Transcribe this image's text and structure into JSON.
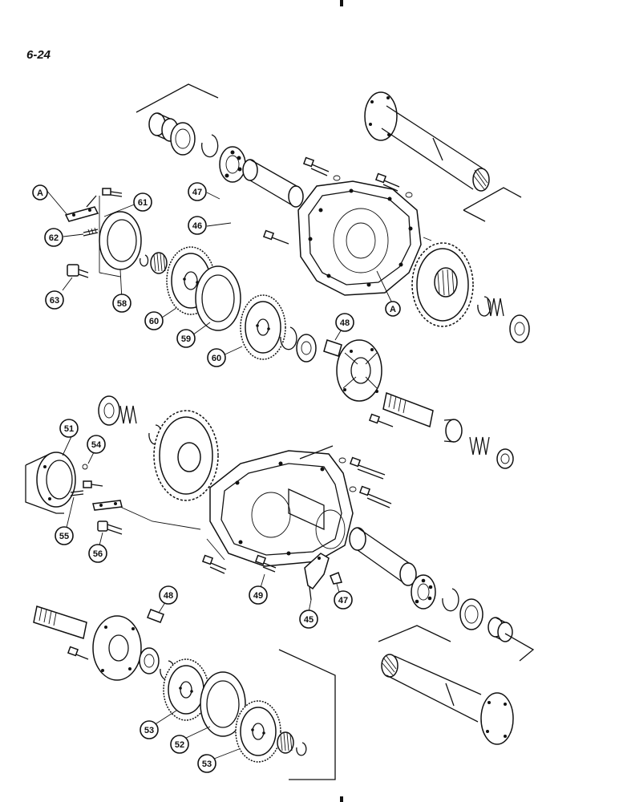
{
  "page_number": "6-24",
  "reference_letter": "A",
  "callouts": [
    "47",
    "46",
    "61",
    "62",
    "63",
    "58",
    "60",
    "59",
    "60",
    "48",
    "51",
    "54",
    "55",
    "56",
    "49",
    "45",
    "47",
    "48",
    "53",
    "52",
    "53"
  ]
}
